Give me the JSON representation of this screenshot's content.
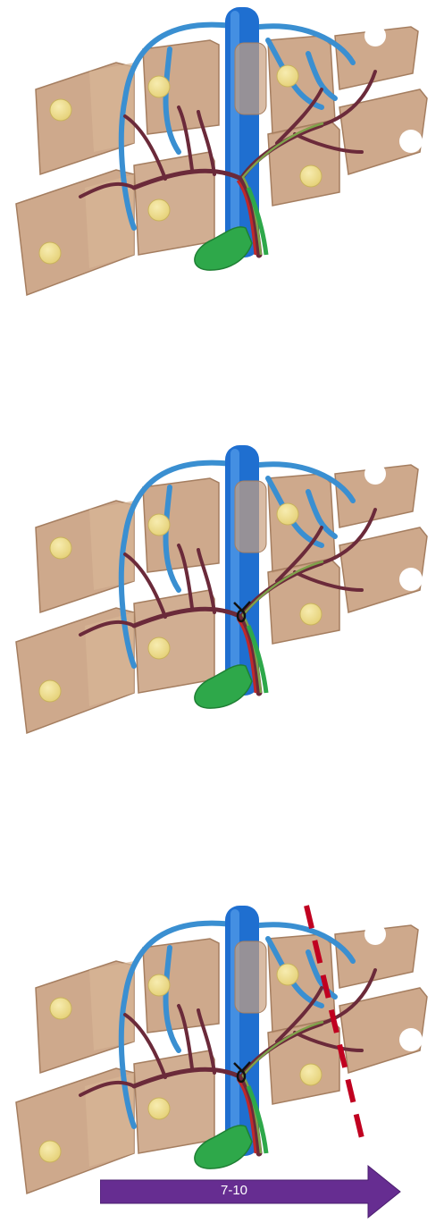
{
  "panels": [
    {
      "id": "stage-1",
      "ligation": false,
      "transection_line": false
    },
    {
      "id": "stage-2",
      "ligation": true,
      "transection_line": false
    },
    {
      "id": "stage-3",
      "ligation": true,
      "transection_line": true
    }
  ],
  "timeline_arrow": {
    "label": "7-10",
    "color": "#662d91"
  },
  "colors": {
    "parenchyma": "#c9a07f",
    "parenchyma_dark": "#a57e60",
    "tumor": "#e6d27a",
    "hepatic_vein": "#3a8fd1",
    "vena_cava": "#1f6fd0",
    "portal_vein": "#6b2a3a",
    "bile_duct": "#7fa14a",
    "artery": "#c0282a",
    "gallbladder": "#2ea84a",
    "transection_line": "#c00020",
    "ligature": "#111111"
  }
}
